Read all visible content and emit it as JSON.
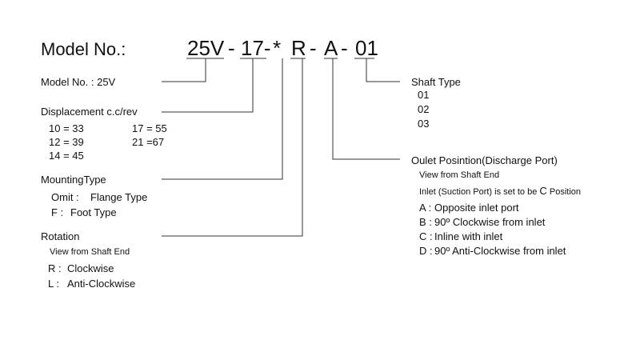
{
  "title": "Model No.:",
  "code": {
    "part_25v": "25V",
    "dash1": "-",
    "part_17": "17-",
    "part_star": "*",
    "part_r": "R",
    "dash2": "-",
    "part_a": "A",
    "dash3": "-",
    "part_01": "01"
  },
  "model": {
    "label": "Model No. : 25V"
  },
  "displacement": {
    "label": "Displacement c.c/rev",
    "items": [
      "10 = 33",
      "12 = 39",
      "14 = 45",
      "17 = 55",
      "21 =67"
    ]
  },
  "mounting": {
    "label": "MountingType",
    "options": [
      {
        "key": "Omit :",
        "value": "Flange Type"
      },
      {
        "key": "F :",
        "value": "Foot Type"
      }
    ]
  },
  "rotation": {
    "label": "Rotation",
    "note": "View from Shaft End",
    "options": [
      {
        "key": "R :",
        "value": "Clockwise"
      },
      {
        "key": "L :",
        "value": "Anti-Clockwise"
      }
    ]
  },
  "shaft": {
    "label": "Shaft Type",
    "items": [
      "01",
      "02",
      "03"
    ]
  },
  "outlet": {
    "label": "Oulet Posintion(Discharge Port)",
    "note1": "View from Shaft End",
    "note2_prefix": "Inlet (Suction Port) is set to be",
    "note2_key": "C",
    "note2_suffix": "Position",
    "options": [
      {
        "key": "A :",
        "value": "Opposite inlet port"
      },
      {
        "key": "B :",
        "value": "90º  Clockwise from inlet"
      },
      {
        "key": "C :",
        "value": "Inline with inlet"
      },
      {
        "key": "D :",
        "value": "90º  Anti-Clockwise from inlet"
      }
    ]
  }
}
